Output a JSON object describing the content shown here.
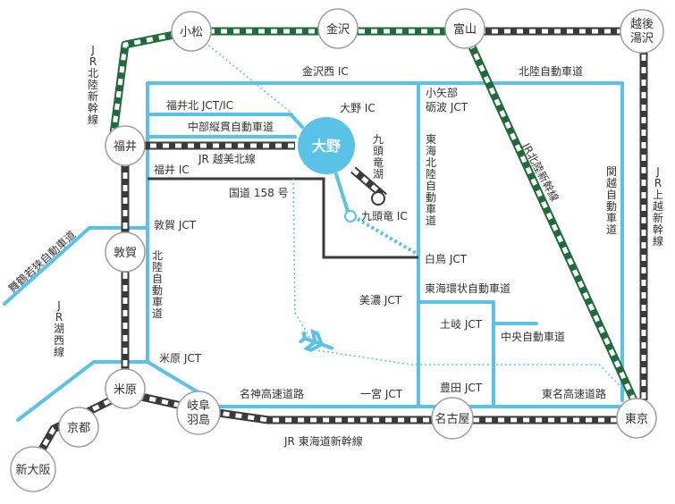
{
  "colors": {
    "highway": "#5BC2E7",
    "rail_black": "#3a3a3a",
    "rail_green": "#1f6b3a",
    "route158": "#3a3a3a",
    "flight": "#5BC2E7",
    "center": "#5BC2E7",
    "city_border": "#a0a0a0"
  },
  "icons": {
    "airplane": "airplane-icon"
  },
  "center": {
    "name": "大野"
  },
  "cities": {
    "komatsu": "小松",
    "kanazawa": "金沢",
    "toyama": "富山",
    "echigo": [
      "越後",
      "湯沢"
    ],
    "fukui": "福井",
    "tsuruga": "敦賀",
    "maibara": "米原",
    "kyoto": "京都",
    "shinosaka": "新大阪",
    "gifu": [
      "岐阜",
      "羽島"
    ],
    "nagoya": "名古屋",
    "tokyo": "東京"
  },
  "labels": {
    "kanazawa_nishi_ic": "金沢西 IC",
    "hokuriku_expwy_top": "北陸自動車道",
    "fukui_kita_jct": "福井北 JCT/IC",
    "ono_ic": "大野 IC",
    "chubu_jukan": "中部縦貫自動車道",
    "jr_etsumihoku": "JR 越美北線",
    "fukui_ic": "福井 IC",
    "route158": "国道 158 号",
    "kuzuryu_ic": "九頭竜 IC",
    "tsuruga_jct": "敦賀 JCT",
    "shirotori_jct": "白鳥 JCT",
    "mino_jct": "美濃 JCT",
    "tokai_kanjo": "東海環状自動車道",
    "toki_jct": "土岐 JCT",
    "chuo_expwy": "中央自動車道",
    "maibara_jct": "米原 JCT",
    "meishin": "名神高速道路",
    "ichinomiya_jct": "一宮 JCT",
    "toyota_jct": "豊田 JCT",
    "tomei": "東名高速道路",
    "jr_tokaido": "JR 東海道新幹線"
  },
  "vertical_labels": {
    "jr_hokuriku_left": "JR北陸新幹線",
    "oyabe_tonami": [
      "小矢部",
      "砺波 JCT"
    ],
    "kuzuryu_lake": "九頭竜湖",
    "tokai_hokuriku": "東海北陸自動車道",
    "hokuriku_expwy_left": "北陸自動車道",
    "jr_kosei": "JR湖西線",
    "kanetsu": "関越自動車道",
    "jr_joetsu": "JR上越新幹線",
    "jr_hokuriku_diag": "JR北陸新幹線",
    "maizuru": "舞鶴若狭自動車道"
  }
}
